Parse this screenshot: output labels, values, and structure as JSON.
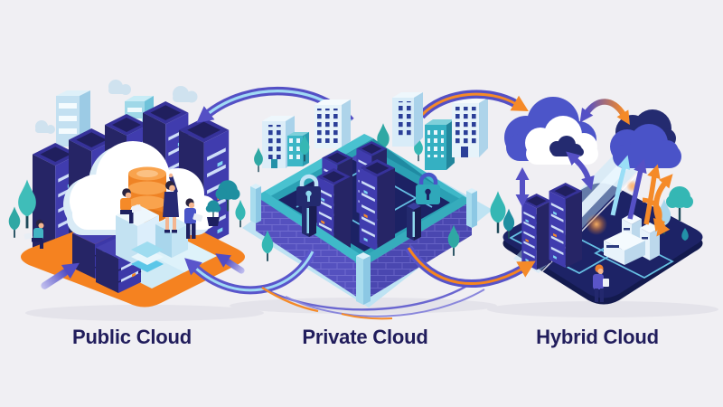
{
  "sections": [
    {
      "id": "public-cloud",
      "label": "Public Cloud"
    },
    {
      "id": "private-cloud",
      "label": "Private Cloud"
    },
    {
      "id": "hybrid-cloud",
      "label": "Hybrid Cloud"
    }
  ],
  "colors": {
    "background": "#f0eff3",
    "label_text": "#211d5c",
    "accent_orange": "#f58220",
    "accent_purple": "#5753c9",
    "deep_navy": "#1d2366",
    "server_navy": "#201f60",
    "teal": "#2cb5b2",
    "light_blue": "#aadcf0",
    "circuit_blue": "#7fd4f2",
    "cloud_white": "#ffffff"
  },
  "icons": {
    "shared": [
      "cloud-icon",
      "server-tower-icon",
      "tree-icon",
      "arrow-icon",
      "building-icon"
    ],
    "public": [
      "database-icon",
      "people-figures",
      "orange-platform"
    ],
    "private": [
      "brick-wall",
      "padlock-icon",
      "city-buildings"
    ],
    "hybrid": [
      "cloud-sync-arrows",
      "storage-server-icon",
      "person-figure",
      "light-beam"
    ]
  }
}
